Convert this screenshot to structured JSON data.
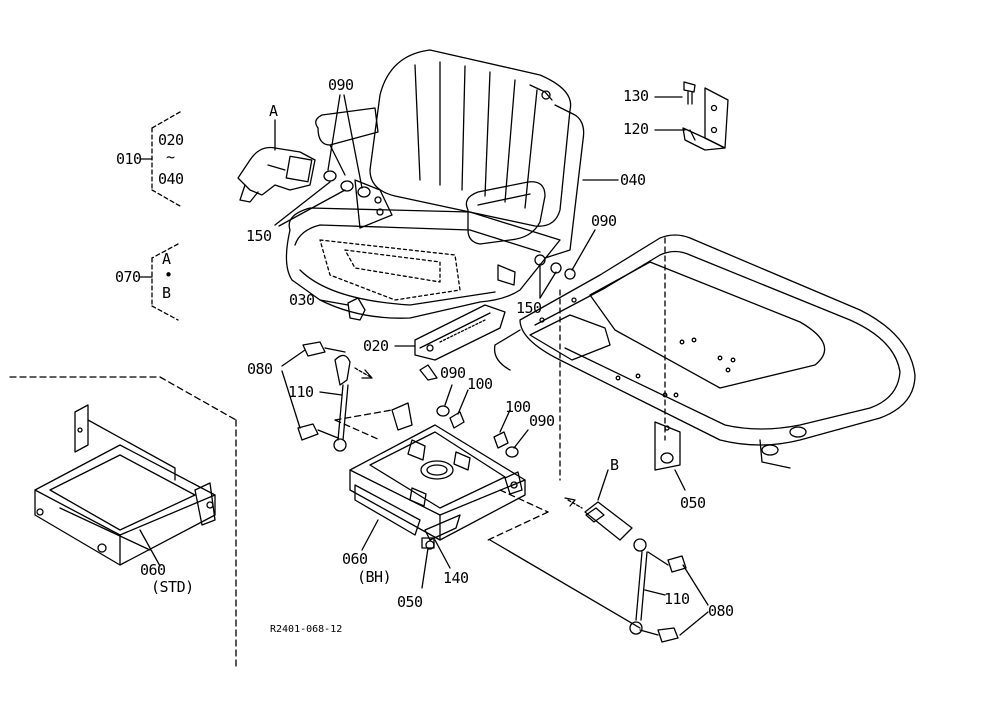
{
  "diagram": {
    "drawing_code": "R2401-068-12",
    "labels": {
      "l010": "010",
      "l020a": "020",
      "tilde": "~",
      "l040a": "040",
      "l070": "070",
      "lA_group": "A",
      "dot": "•",
      "lB_group": "B",
      "lA_callout": "A",
      "l090_top": "090",
      "l150_left": "150",
      "l130": "130",
      "l120": "120",
      "l040_right": "040",
      "l090_right": "090",
      "l150_right": "150",
      "l030": "030",
      "l020_rail": "020",
      "l080_left": "080",
      "l110_left": "110",
      "l090_mid": "090",
      "l100_mid": "100",
      "l100_right": "100",
      "l090_mid2": "090",
      "l050_right": "050",
      "lB_callout": "B",
      "l060_std": "060",
      "std": "(STD)",
      "l060_bh": "060",
      "bh": "(BH)",
      "l140": "140",
      "l050_bottom": "050",
      "l110_right": "110",
      "l080_right": "080"
    }
  }
}
